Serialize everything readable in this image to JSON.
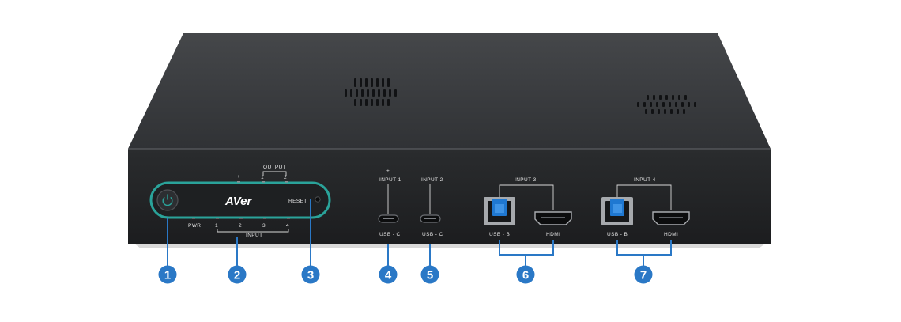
{
  "device": {
    "brand": "AVer",
    "colors": {
      "top": "#3c3e41",
      "front": "#232527",
      "accent": "#2aa39a",
      "callout": "#2a78c6"
    },
    "front_panel": {
      "output_label": "OUTPUT",
      "output_1": "1",
      "output_2": "2",
      "input_label": "INPUT",
      "inputs": [
        "1",
        "2",
        "3",
        "4"
      ],
      "pwr_label": "PWR",
      "reset_label": "RESET",
      "plus_mark": "+"
    },
    "ports": {
      "input1_label": "INPUT 1",
      "input1_mark": "+",
      "input2_label": "INPUT 2",
      "input3_label": "INPUT 3",
      "input4_label": "INPUT 4",
      "usbc_label": "USB - C",
      "usbb_label": "USB - B",
      "hdmi_label": "HDMI"
    }
  },
  "callouts": [
    "1",
    "2",
    "3",
    "4",
    "5",
    "6",
    "7"
  ]
}
